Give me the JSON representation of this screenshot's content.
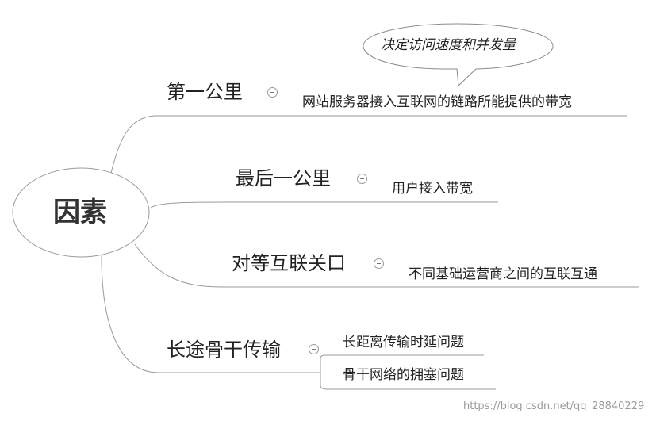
{
  "root": {
    "label": "因素"
  },
  "branches": [
    {
      "label": "第一公里",
      "details": [
        "网站服务器接入互联网的链路所能提供的带宽"
      ],
      "callout": "决定访问速度和并发量"
    },
    {
      "label": "最后一公里",
      "details": [
        "用户接入带宽"
      ]
    },
    {
      "label": "对等互联关口",
      "details": [
        "不同基础运营商之间的互联互通"
      ]
    },
    {
      "label": "长途骨干传输",
      "details": [
        "长距离传输时延问题",
        "骨干网络的拥塞问题"
      ]
    }
  ],
  "watermark": "https://blog.csdn.net/qq_28840229",
  "colors": {
    "line": "#9a9a9a",
    "text": "#222222",
    "root_text": "#333333"
  }
}
